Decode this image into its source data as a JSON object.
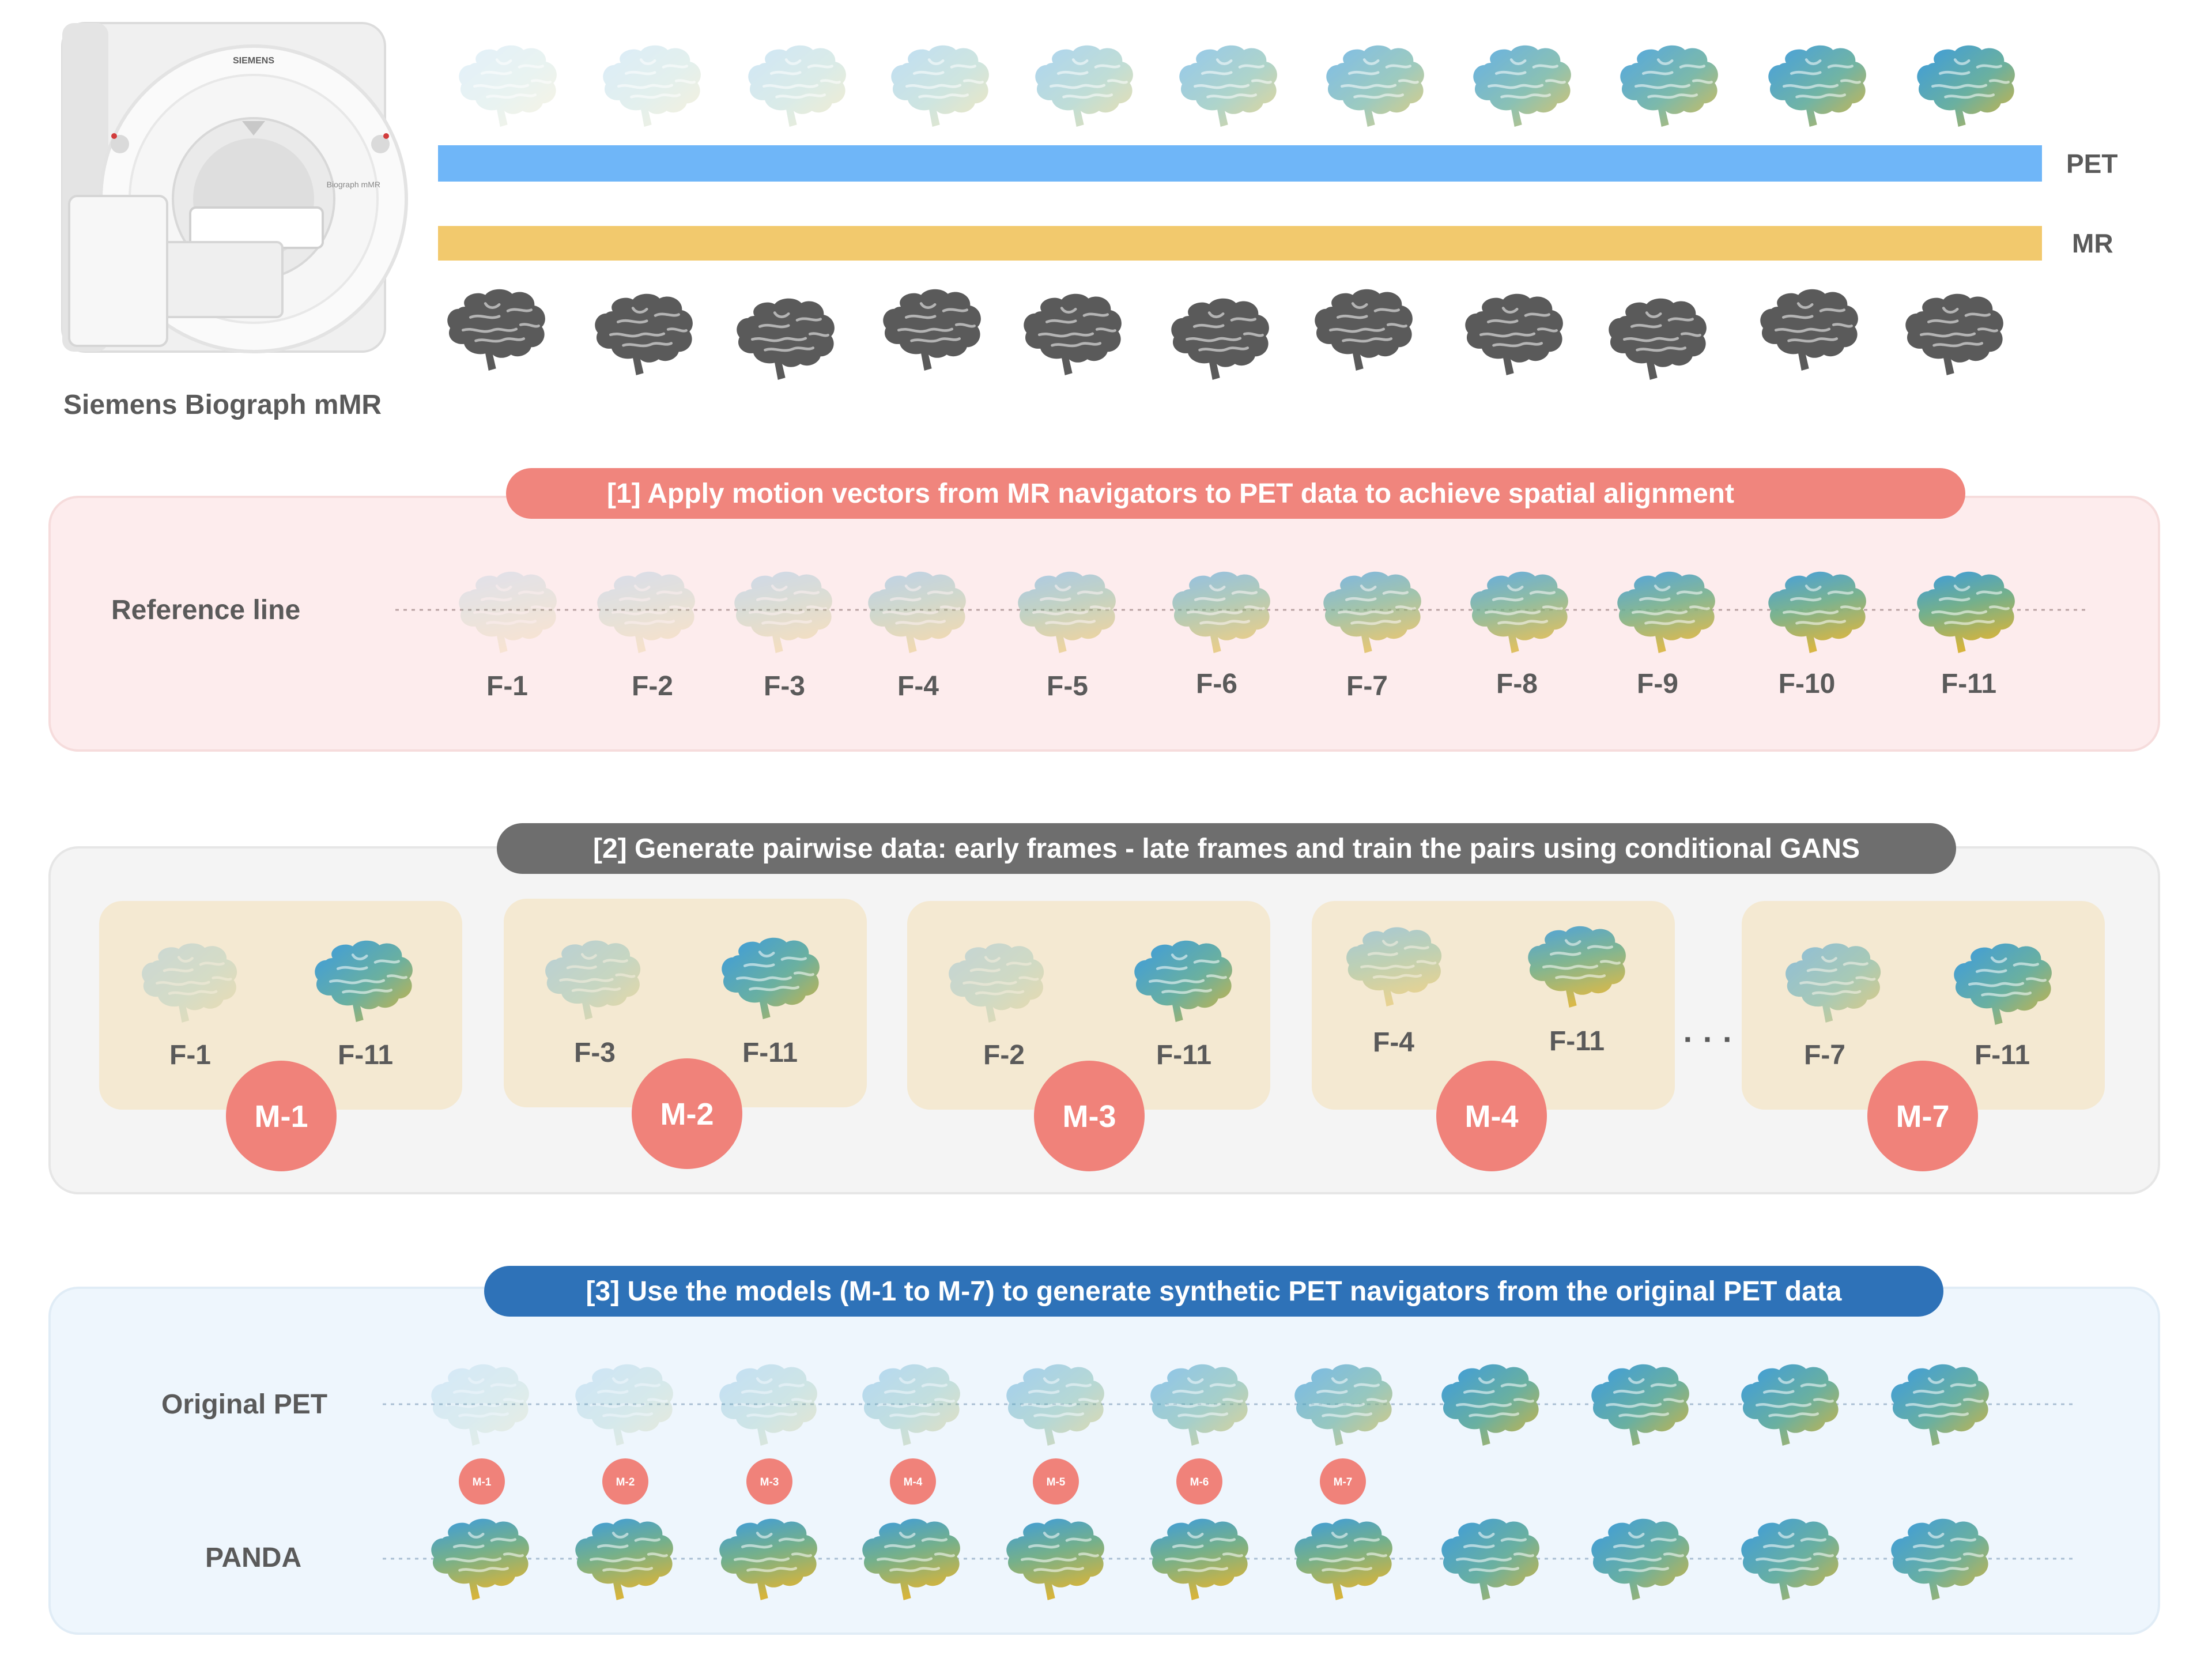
{
  "scanner": {
    "caption": "Siemens Biograph mMR",
    "brand": "SIEMENS",
    "model_tag": "Biograph mMR"
  },
  "top": {
    "pet_label": "PET",
    "mr_label": "MR",
    "pet_color": "#6fb6f8",
    "mr_color": "#f2c96d",
    "pet_brain_count": 11,
    "mr_brain_count": 11
  },
  "panel1": {
    "title": "[1] Apply motion vectors from MR navigators to PET data to achieve spatial alignment",
    "row_label": "Reference line",
    "frames": [
      "F-1",
      "F-2",
      "F-3",
      "F-4",
      "F-5",
      "F-6",
      "F-7",
      "F-8",
      "F-9",
      "F-10",
      "F-11"
    ],
    "pill_color": "#f0857d",
    "panel_color": "#fdeced"
  },
  "panel2": {
    "title": "[2] Generate pairwise data: early frames - late frames and train the pairs using conditional GANS",
    "ellipsis": "· · ·",
    "pairs": [
      {
        "early": "F-1",
        "late": "F-11",
        "model": "M-1"
      },
      {
        "early": "F-3",
        "late": "F-11",
        "model": "M-2"
      },
      {
        "early": "F-2",
        "late": "F-11",
        "model": "M-3"
      },
      {
        "early": "F-4",
        "late": "F-11",
        "model": "M-4"
      },
      {
        "early": "F-7",
        "late": "F-11",
        "model": "M-7"
      }
    ],
    "pill_color": "#6e6e6e",
    "panel_color": "#f4f4f4",
    "card_color": "#f4e9d2",
    "model_color": "#f0827a"
  },
  "panel3": {
    "title": "[3] Use the models (M-1 to M-7) to generate synthetic PET navigators from the original PET data",
    "row1_label": "Original PET",
    "row2_label": "PANDA",
    "models": [
      "M-1",
      "M-2",
      "M-3",
      "M-4",
      "M-5",
      "M-6",
      "M-7"
    ],
    "pill_color": "#2e72b8",
    "panel_color": "#eef6fd"
  },
  "brain_colors": {
    "blue": "#3b9be0",
    "green": "#6ab0a0",
    "yellow": "#d6b43c",
    "mr_gray": "#5a5a5a"
  }
}
